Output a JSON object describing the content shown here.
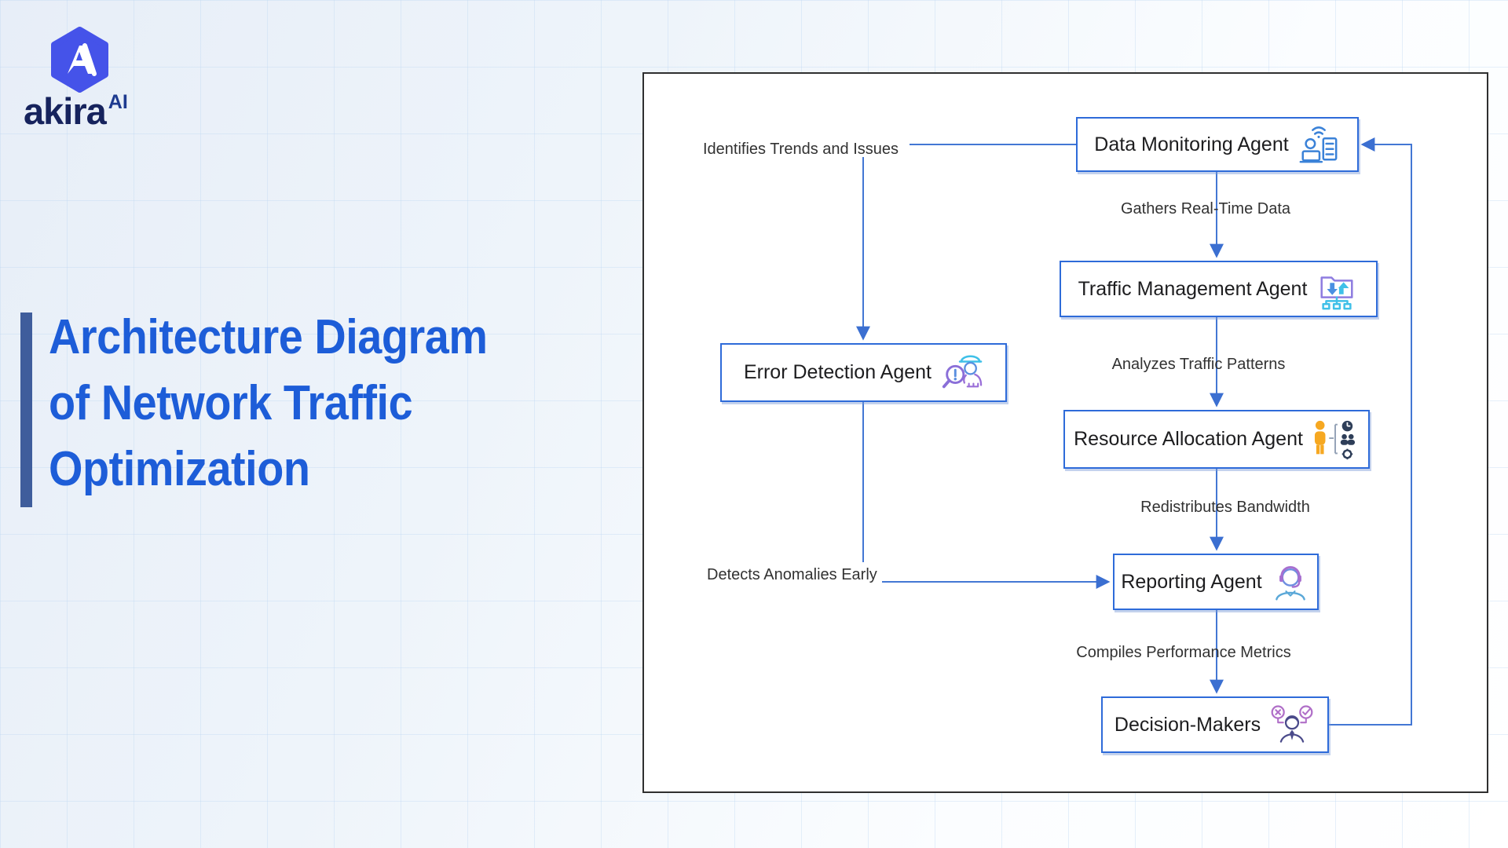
{
  "brand": {
    "name": "akira",
    "superscript": "AI"
  },
  "title": {
    "lines": [
      "Architecture Diagram",
      "of Network Traffic",
      "Optimization"
    ]
  },
  "colors": {
    "title_blue": "#1d5dd8",
    "accent_bar": "#3f5d9c",
    "node_border": "#2e6bd9",
    "connector": "#4377d4",
    "logo_hexagon": "#4553e9"
  },
  "diagram": {
    "nodes": [
      {
        "id": "data-monitoring-agent",
        "label": "Data Monitoring Agent"
      },
      {
        "id": "traffic-management-agent",
        "label": "Traffic Management Agent"
      },
      {
        "id": "resource-allocation-agent",
        "label": "Resource Allocation Agent"
      },
      {
        "id": "reporting-agent",
        "label": "Reporting Agent"
      },
      {
        "id": "decision-makers",
        "label": "Decision-Makers"
      },
      {
        "id": "error-detection-agent",
        "label": "Error Detection Agent"
      }
    ],
    "edge_labels": {
      "gathers": "Gathers Real-Time Data",
      "analyzes": "Analyzes Traffic Patterns",
      "redistributes": "Redistributes Bandwidth",
      "compiles": "Compiles Performance Metrics",
      "identifies": "Identifies Trends and Issues",
      "detects": "Detects Anomalies Early"
    }
  }
}
